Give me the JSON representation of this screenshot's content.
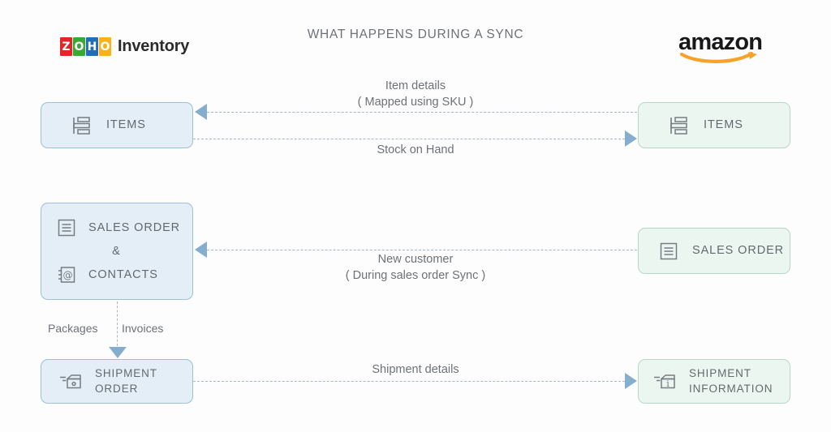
{
  "header": {
    "title": "WHAT HAPPENS DURING A SYNC",
    "left_brand": {
      "tiles": [
        "Z",
        "O",
        "H",
        "O"
      ],
      "tile_colors": [
        "#e42527",
        "#39a935",
        "#226db4",
        "#f9b21d"
      ],
      "word": "Inventory"
    },
    "right_brand": {
      "word": "amazon",
      "smile_color": "#f7a22b"
    }
  },
  "colors": {
    "left_box_fill": "#e3eef6",
    "left_box_border": "#9dc0d6",
    "right_box_fill": "#ecf6f1",
    "right_box_border": "#b6d8c7",
    "arrow": "#85aece",
    "dash_line": "#a9b6c0",
    "text": "#63696f",
    "title_text": "#6d7278",
    "background": "#fdfdfd"
  },
  "nodes": {
    "items_left": {
      "label": "ITEMS",
      "icon": "items-list-icon",
      "side": "left"
    },
    "items_right": {
      "label": "ITEMS",
      "icon": "items-list-icon",
      "side": "right"
    },
    "sales_order_left": {
      "label_primary": "SALES ORDER",
      "conjunction": "&",
      "label_secondary": "CONTACTS",
      "icon_primary": "document-lines-icon",
      "icon_secondary": "contacts-at-icon",
      "side": "left"
    },
    "sales_order_right": {
      "label": "SALES ORDER",
      "icon": "document-lines-icon",
      "side": "right"
    },
    "shipment_left": {
      "label": "SHIPMENT\nORDER",
      "icon": "shipment-box-icon",
      "side": "left"
    },
    "shipment_right": {
      "label": "SHIPMENT\nINFORMATION",
      "icon": "shipment-info-box-icon",
      "side": "right"
    }
  },
  "edges": {
    "item_details": {
      "label": "Item details\n( Mapped using SKU )",
      "direction": "right-to-left"
    },
    "stock_on_hand": {
      "label": "Stock on Hand",
      "direction": "left-to-right"
    },
    "new_customer": {
      "label": "New customer\n( During sales order Sync )",
      "direction": "right-to-left"
    },
    "shipment_details": {
      "label": "Shipment details",
      "direction": "left-to-right"
    },
    "internal_down": {
      "label_left": "Packages",
      "label_right": "Invoices",
      "direction": "top-to-bottom"
    }
  }
}
